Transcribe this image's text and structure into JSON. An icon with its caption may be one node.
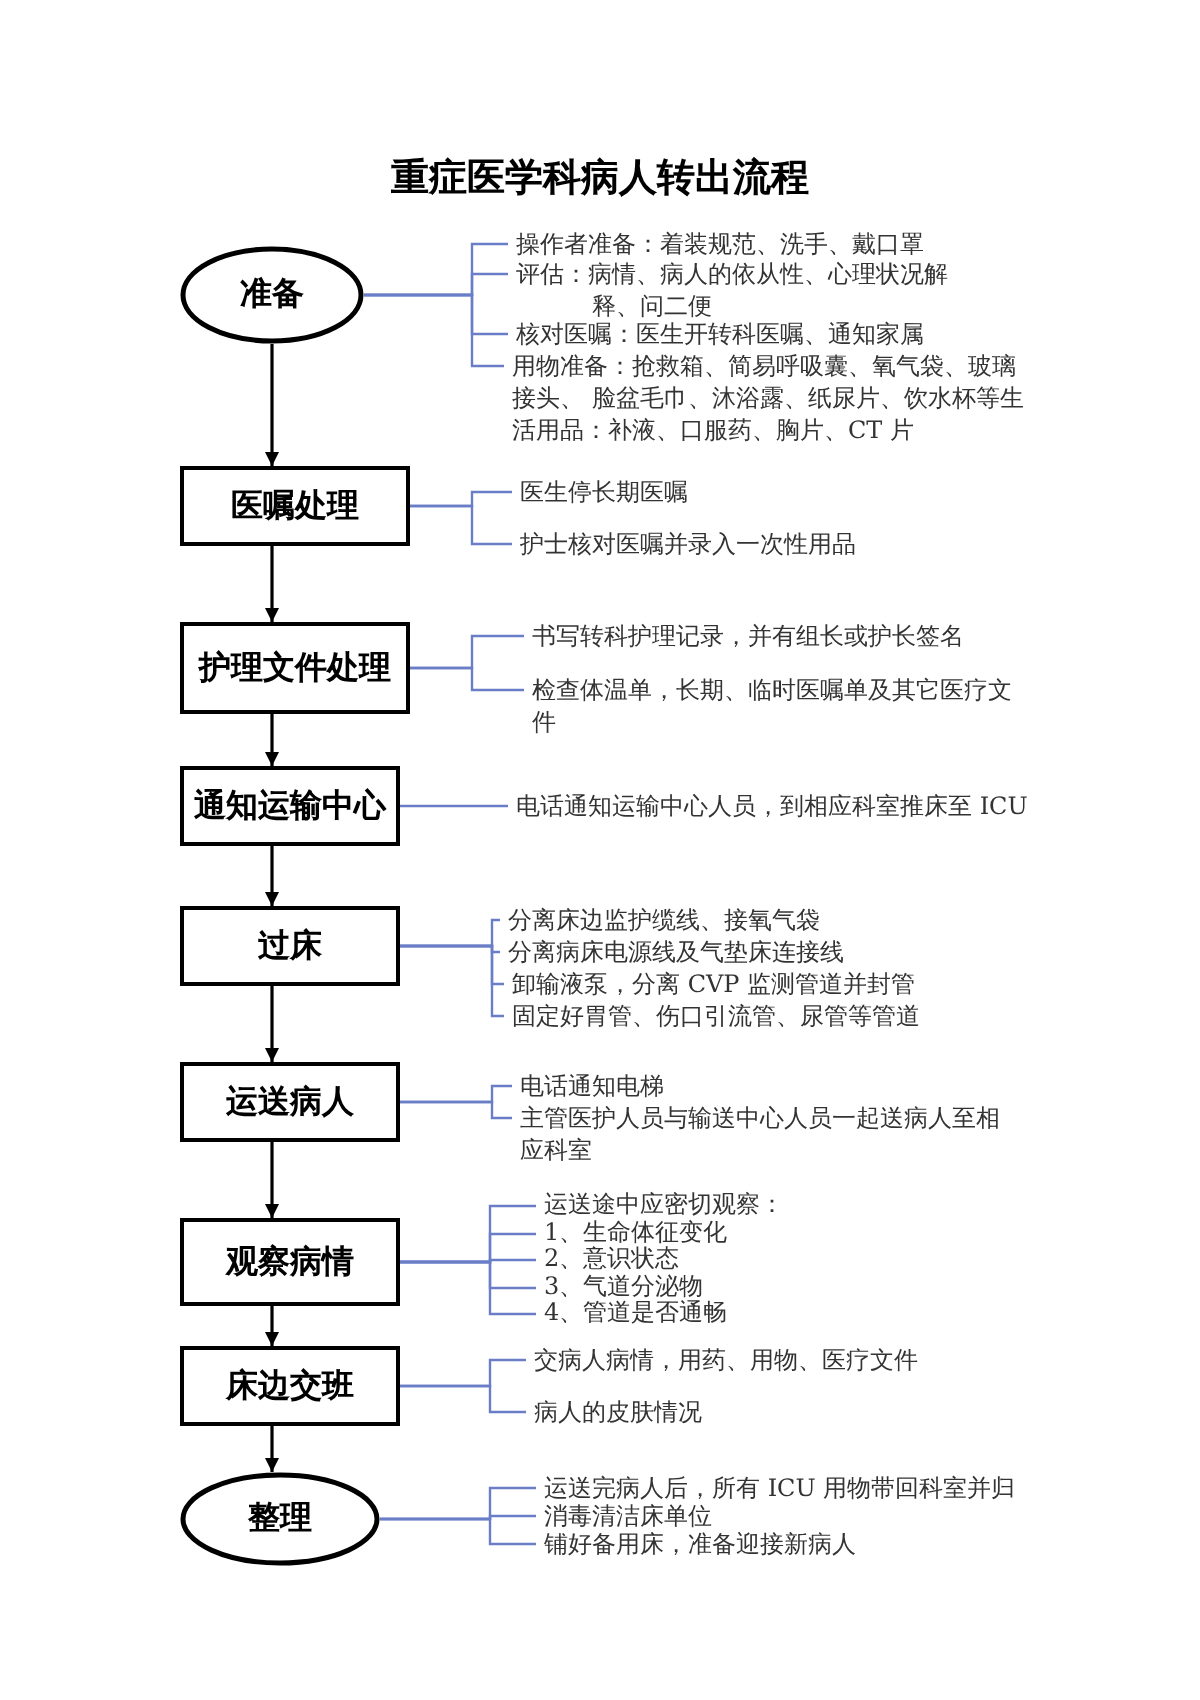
{
  "diagram": {
    "title": "重症医学科病人转出流程",
    "nodes": [
      {
        "text": [
          "准备"
        ]
      },
      {
        "text": [
          "操作者准备：着装规范、洗手、戴口罩"
        ]
      },
      {
        "text": [
          "评估：病情、病人的依从性、心理状况解释、问二便"
        ]
      },
      {
        "text": [
          "核对医嘱：医生开转科医嘱、通知家属"
        ]
      },
      {
        "text": [
          "用物准备：抢救箱、简易呼吸囊、氧气袋、玻璃接头、 脸盆毛巾、沐浴露、纸尿片、饮水杯等生活用品：补液、口服药、胸片、CT 片"
        ]
      },
      {
        "text": [
          "医嘱处理"
        ]
      },
      {
        "text": [
          "医生停长期医嘱"
        ]
      },
      {
        "text": [
          "护士核对医嘱并录入一次性用品"
        ]
      },
      {
        "text": [
          "护理文件处理"
        ]
      },
      {
        "text": [
          "书写转科护理记录，并有组长或护长签名"
        ]
      },
      {
        "text": [
          "检查体温单，长期、临时医嘱单及其它医疗文件"
        ]
      },
      {
        "text": [
          "通知运输中心"
        ]
      },
      {
        "text": [
          "电话通知运输中心人员，到相应科室推床至 ICU"
        ]
      },
      {
        "text": [
          "过床"
        ]
      },
      {
        "text": [
          "分离床边监护缆线、接氧气袋"
        ]
      },
      {
        "text": [
          "分离病床电源线及气垫床连接线"
        ]
      },
      {
        "text": [
          "卸输液泵，分离 CVP 监测管道并封管"
        ]
      },
      {
        "text": [
          "固定好胃管、伤口引流管、尿管等管道"
        ]
      },
      {
        "text": [
          "运送病人"
        ]
      },
      {
        "text": [
          "电话通知电梯"
        ]
      },
      {
        "text": [
          "主管医护人员与输送中心人员一起送病人至相应科室"
        ]
      },
      {
        "text": [
          "观察病情"
        ]
      },
      {
        "text": [
          "运送途中应密切观察："
        ]
      },
      {
        "text": [
          "1、生命体征变化"
        ]
      },
      {
        "text": [
          "2、意识状态"
        ]
      },
      {
        "text": [
          "3、气道分泌物"
        ]
      },
      {
        "text": [
          "4、管道是否通畅"
        ]
      },
      {
        "text": [
          "床边交班"
        ]
      },
      {
        "text": [
          "交病人病情，用药、用物、医疗文件"
        ]
      },
      {
        "text": [
          "病人的皮肤情况"
        ]
      },
      {
        "text": [
          "整理"
        ]
      },
      {
        "text": [
          "运送完病人后，所有 ICU 用物带回科室并归"
        ]
      },
      {
        "text": [
          "消毒清洁床单位"
        ]
      },
      {
        "text": [
          "铺好备用床，准备迎接新病人"
        ]
      }
    ],
    "edges": [
      {
        "from": 0,
        "to": 5,
        "arrow": "to",
        "color": "#000000"
      },
      {
        "from": 5,
        "to": 8,
        "arrow": "to",
        "color": "#000000"
      },
      {
        "from": 8,
        "to": 11,
        "arrow": "to",
        "color": "#000000"
      },
      {
        "from": 11,
        "to": 13,
        "arrow": "to",
        "color": "#000000"
      },
      {
        "from": 13,
        "to": 18,
        "arrow": "to",
        "color": "#000000"
      },
      {
        "from": 18,
        "to": 21,
        "arrow": "to",
        "color": "#000000"
      },
      {
        "from": 21,
        "to": 27,
        "arrow": "to",
        "color": "#000000"
      },
      {
        "from": 27,
        "to": 30,
        "arrow": "to",
        "color": "#000000"
      },
      {
        "from": 0,
        "to": 1,
        "arrow": "none"
      },
      {
        "from": 0,
        "to": 2,
        "arrow": "none"
      },
      {
        "from": 0,
        "to": 3,
        "arrow": "none"
      },
      {
        "from": 0,
        "to": 4,
        "arrow": "none"
      },
      {
        "from": 5,
        "to": 6,
        "arrow": "none"
      },
      {
        "from": 5,
        "to": 7,
        "arrow": "none"
      },
      {
        "from": 8,
        "to": 9,
        "arrow": "none"
      },
      {
        "from": 8,
        "to": 10,
        "arrow": "none"
      },
      {
        "from": 11,
        "to": 12,
        "arrow": "none"
      },
      {
        "from": 13,
        "to": 14,
        "arrow": "none"
      },
      {
        "from": 13,
        "to": 15,
        "arrow": "none"
      },
      {
        "from": 13,
        "to": 16,
        "arrow": "none"
      },
      {
        "from": 13,
        "to": 17,
        "arrow": "none"
      },
      {
        "from": 18,
        "to": 19,
        "arrow": "none"
      },
      {
        "from": 18,
        "to": 20,
        "arrow": "none"
      },
      {
        "from": 21,
        "to": 22,
        "arrow": "none"
      },
      {
        "from": 21,
        "to": 23,
        "arrow": "none"
      },
      {
        "from": 21,
        "to": 24,
        "arrow": "none"
      },
      {
        "from": 21,
        "to": 25,
        "arrow": "none"
      },
      {
        "from": 21,
        "to": 26,
        "arrow": "none"
      },
      {
        "from": 27,
        "to": 28,
        "arrow": "none"
      },
      {
        "from": 27,
        "to": 29,
        "arrow": "none"
      },
      {
        "from": 30,
        "to": 31,
        "arrow": "none"
      },
      {
        "from": 30,
        "to": 32,
        "arrow": "none"
      },
      {
        "from": 30,
        "to": 33,
        "arrow": "none"
      }
    ]
  }
}
